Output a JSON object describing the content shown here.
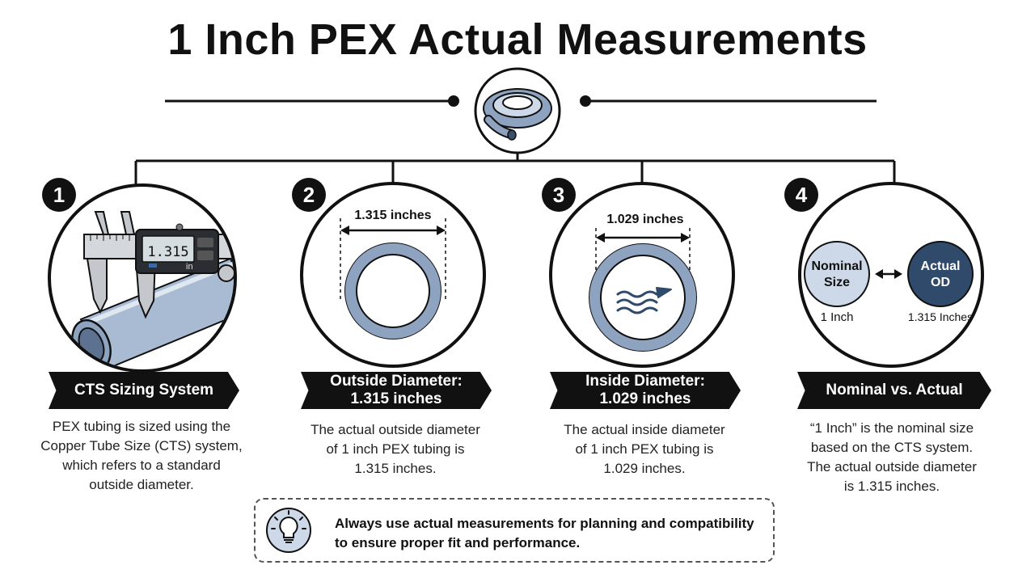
{
  "title": "1 Inch PEX Actual Measurements",
  "steps": [
    {
      "number": "1",
      "heading": [
        "CTS Sizing System"
      ],
      "description": [
        "PEX tubing is sized using the",
        "Copper Tube Size (CTS) system,",
        "which refers to a standard",
        "outside diameter."
      ],
      "caliper_reading": "1.315",
      "caliper_unit": "in"
    },
    {
      "number": "2",
      "heading": [
        "Outside Diameter:",
        "1.315 inches"
      ],
      "description": [
        "The actual outside diameter",
        "of 1 inch PEX tubing is",
        "1.315 inches."
      ],
      "dimension_label": "1.315 inches"
    },
    {
      "number": "3",
      "heading": [
        "Inside Diameter:",
        "1.029 inches"
      ],
      "description": [
        "The actual inside diameter",
        "of 1 inch PEX tubing is",
        "1.029 inches."
      ],
      "dimension_label": "1.029 inches"
    },
    {
      "number": "4",
      "heading": [
        "Nominal vs. Actual"
      ],
      "description": [
        "“1 Inch” is the nominal size",
        "based on the CTS system.",
        "The actual outside diameter",
        "is 1.315 inches."
      ],
      "left_circle": [
        "Nominal",
        "Size"
      ],
      "right_circle": [
        "Actual",
        "OD"
      ],
      "left_value": "1 Inch",
      "right_value": "1.315 Inches"
    }
  ],
  "tip": {
    "icon": "lightbulb-icon",
    "text": [
      "Always use actual measurements for planning and compatibility",
      "to ensure proper fit and performance."
    ]
  },
  "colors": {
    "pipe_blue": "#8ea3bf",
    "light_blue": "#cdd9e8",
    "dark_navy": "#2f4a6b",
    "banner": "#111111"
  }
}
